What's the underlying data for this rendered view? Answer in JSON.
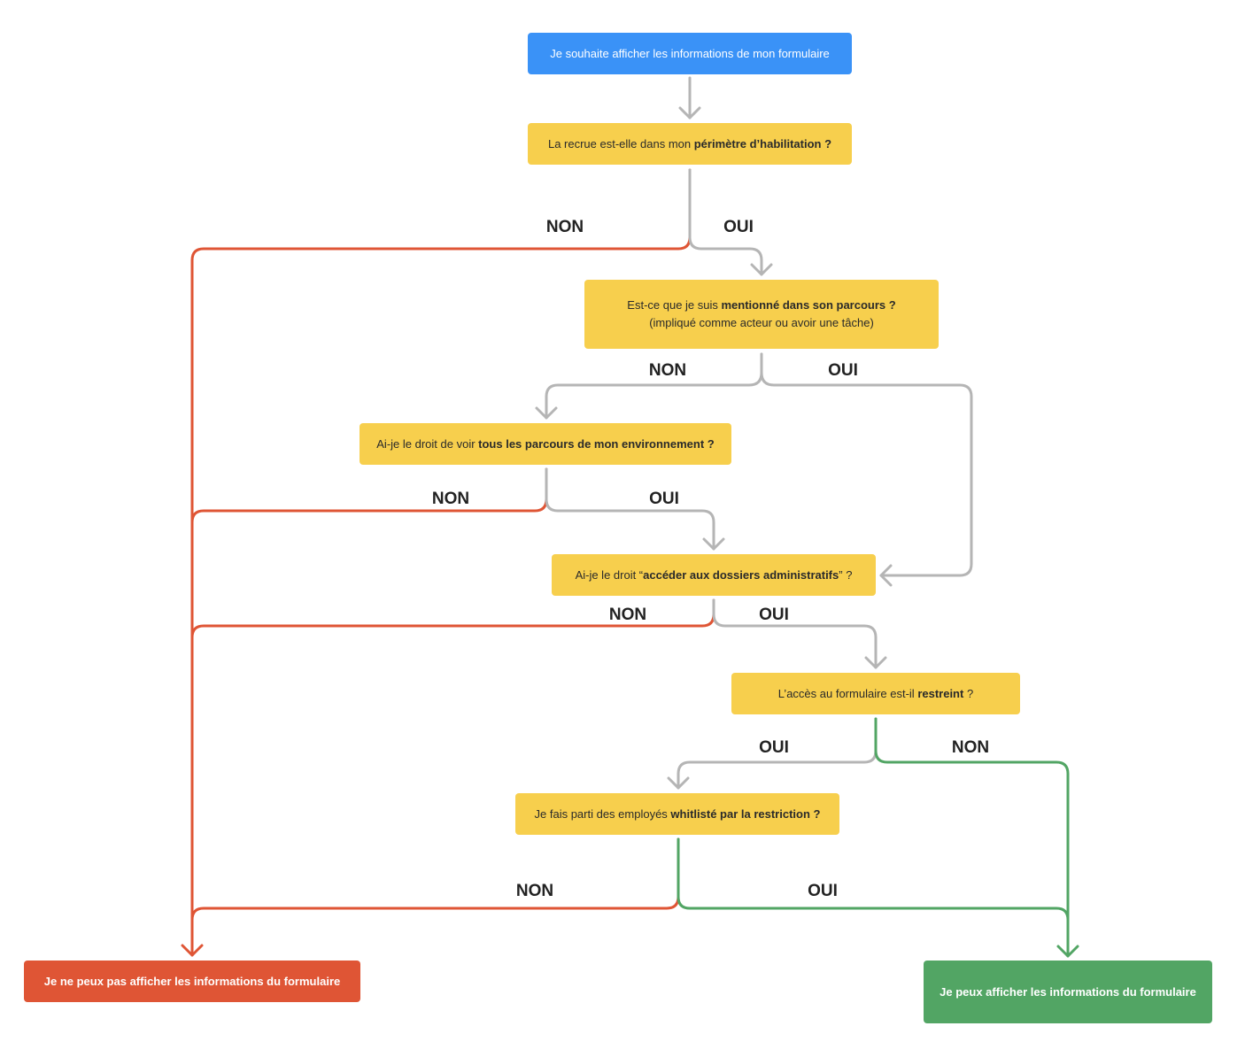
{
  "colors": {
    "start": "#3a92f7",
    "question": "#f7cf4d",
    "deny": "#df5535",
    "allow": "#52a564",
    "neutral_line": "#b5b5b5",
    "deny_line": "#df5535",
    "allow_line": "#52a564"
  },
  "nodes": {
    "start": {
      "text": "Je souhaite afficher les informations de mon formulaire"
    },
    "q1": {
      "pre": "La recrue est-elle dans mon ",
      "bold": "périmètre d’habilitation ?"
    },
    "q2": {
      "pre": "Est-ce que je suis ",
      "bold": "mentionné dans son parcours ?",
      "sub": "(impliqué comme acteur ou avoir une tâche)"
    },
    "q3": {
      "pre": "Ai-je le droit de voir ",
      "bold": "tous les parcours de mon environnement ?"
    },
    "q4": {
      "pre": "Ai-je le droit “",
      "bold": "accéder aux dossiers administratifs",
      "post": "” ?"
    },
    "q5": {
      "pre": "L’accès au formulaire est-il ",
      "bold": "restreint",
      "post": " ?"
    },
    "q6": {
      "pre": "Je fais parti des employés ",
      "bold": "whitlisté par la restriction ?"
    },
    "result_deny": {
      "text": "Je ne peux pas afficher les informations du formulaire"
    },
    "result_allow": {
      "text": "Je peux afficher les informations du formulaire"
    }
  },
  "labels": {
    "q1_non": "NON",
    "q1_oui": "OUI",
    "q2_non": "NON",
    "q2_oui": "OUI",
    "q3_non": "NON",
    "q3_oui": "OUI",
    "q4_non": "NON",
    "q4_oui": "OUI",
    "q5_oui": "OUI",
    "q5_non": "NON",
    "q6_non": "NON",
    "q6_oui": "OUI"
  }
}
